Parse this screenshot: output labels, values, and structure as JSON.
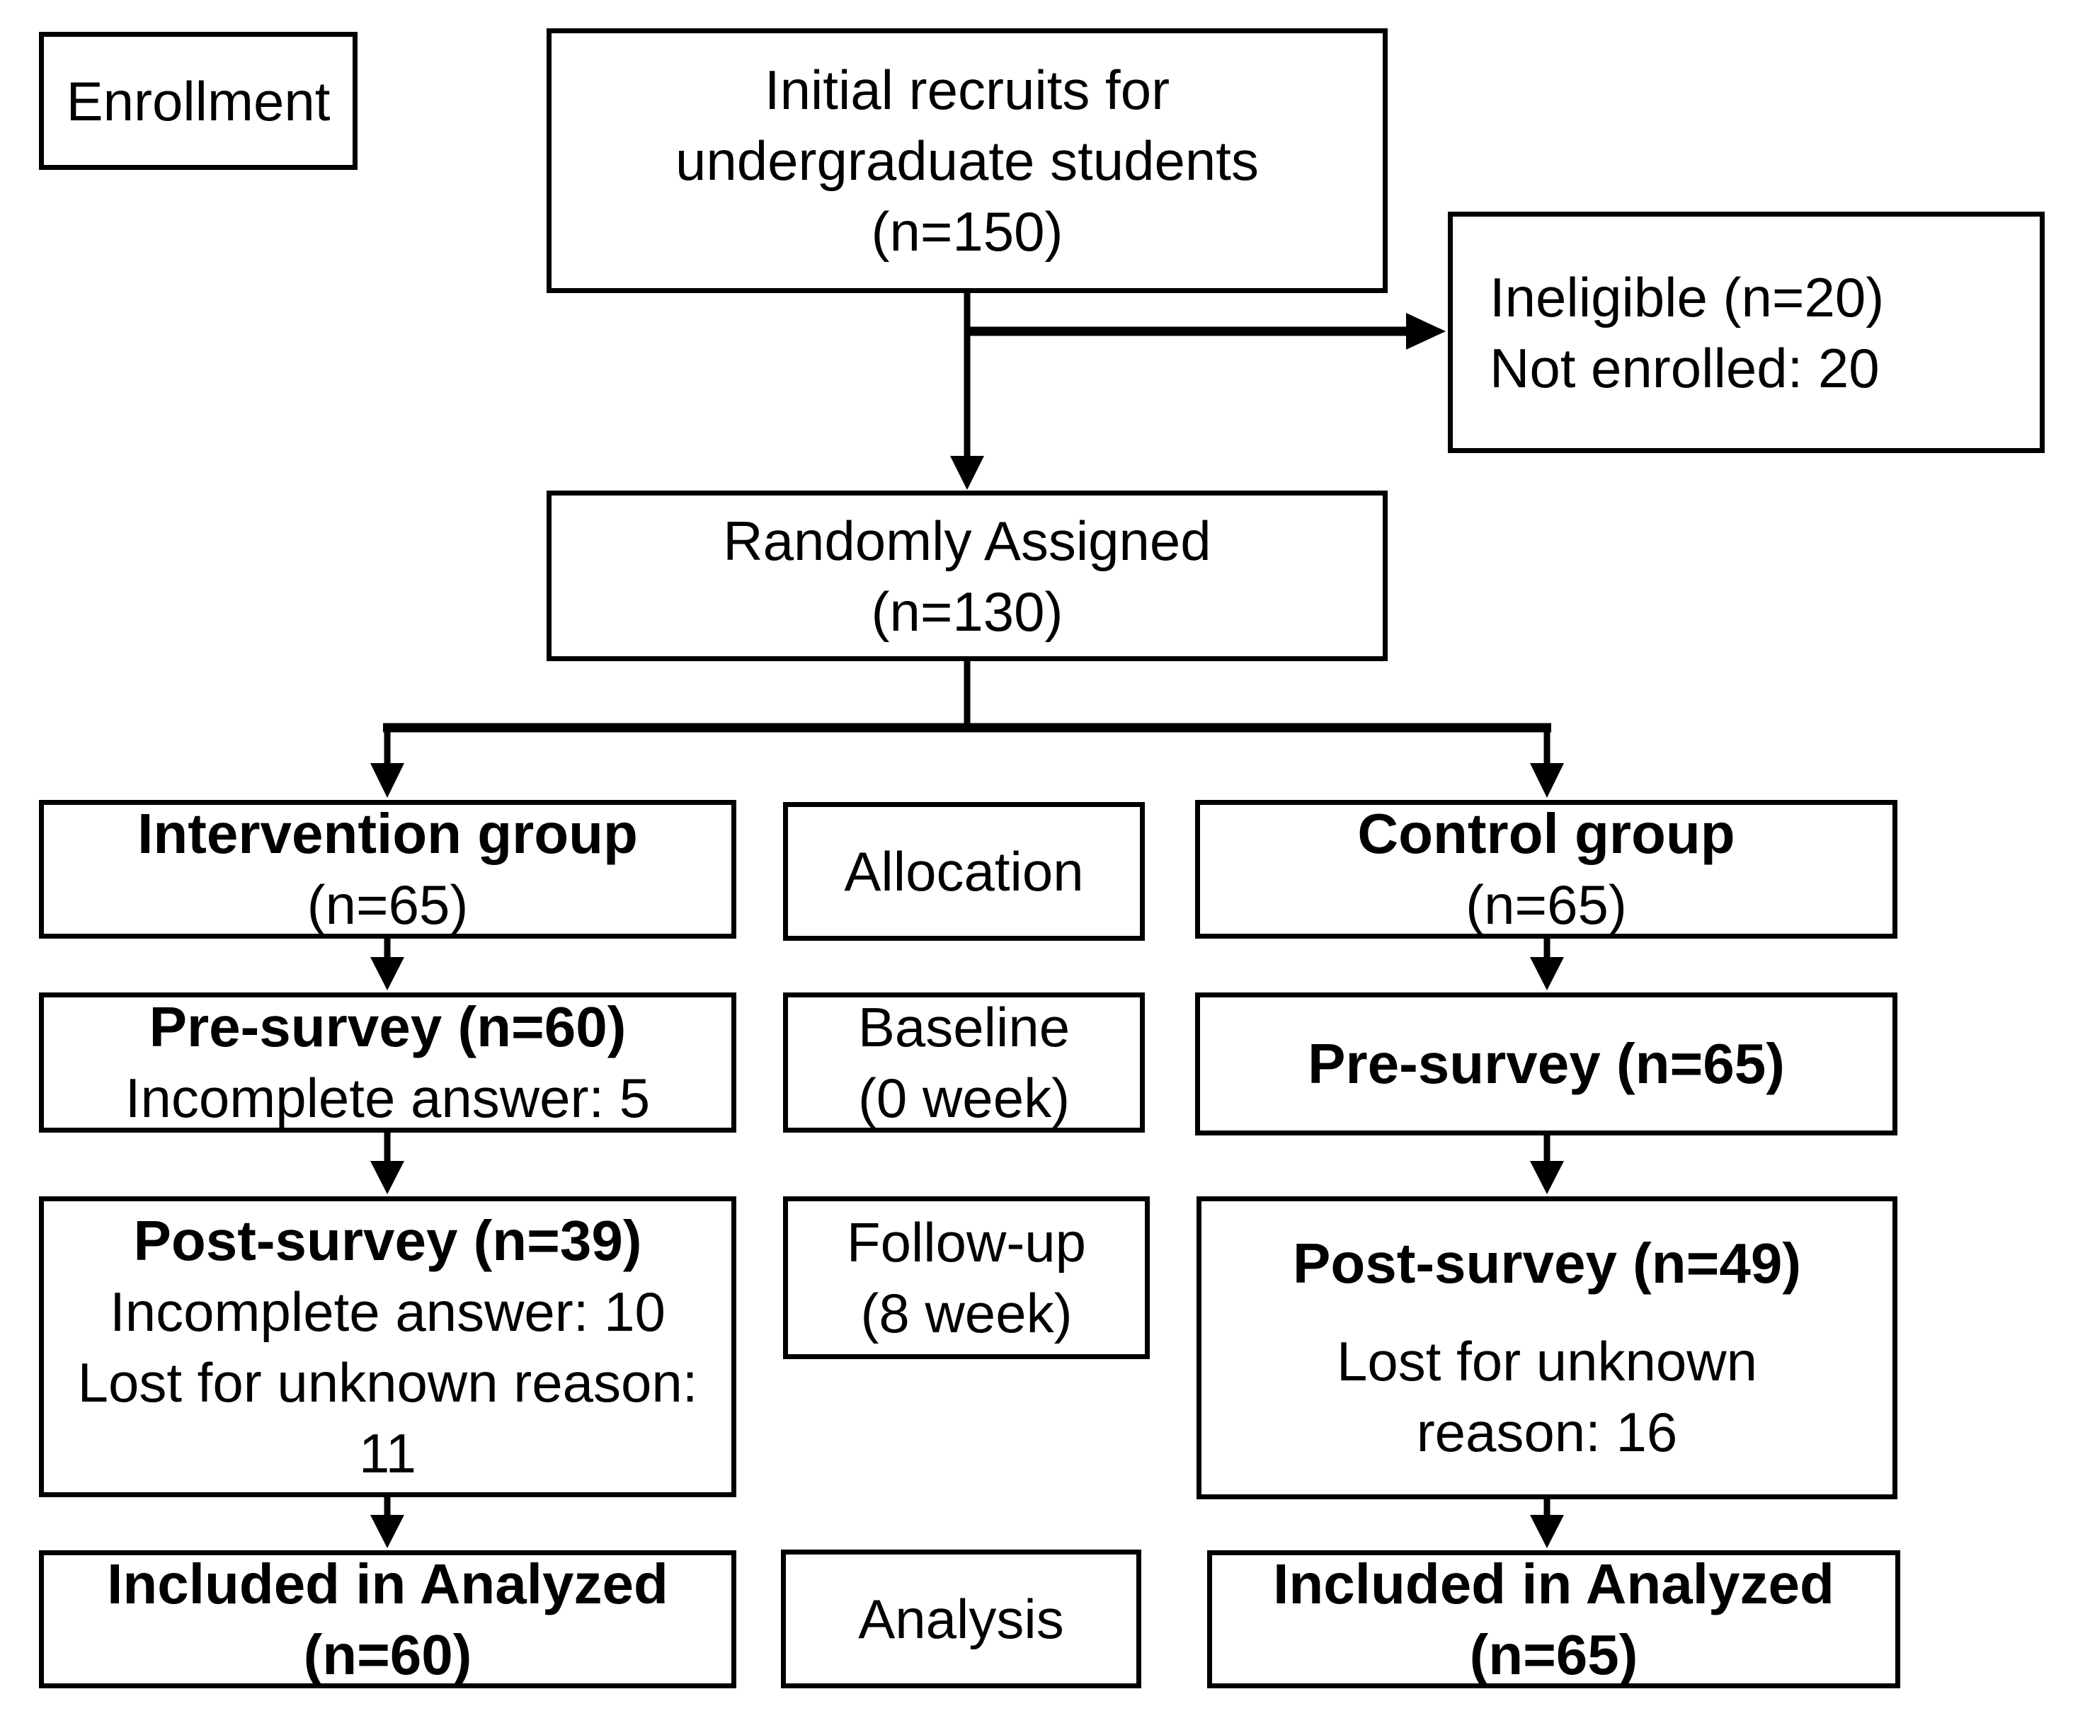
{
  "diagram": {
    "type": "consort-flow",
    "colors": {
      "ink": "#000000",
      "paper": "#ffffff"
    },
    "nodes": {
      "enrollment": {
        "lines": [
          "Enrollment"
        ]
      },
      "initial_recruits": {
        "lines": [
          "Initial recruits for",
          "undergraduate students",
          "(n=150)"
        ]
      },
      "ineligible": {
        "lines": [
          "Ineligible (n=20)",
          "Not enrolled: 20"
        ]
      },
      "randomly_assigned": {
        "lines": [
          "Randomly Assigned",
          "(n=130)"
        ]
      },
      "intervention_group": {
        "lines": [
          "Intervention group",
          "(n=65)"
        ]
      },
      "allocation": {
        "lines": [
          "Allocation"
        ]
      },
      "control_group": {
        "lines": [
          "Control group",
          "(n=65)"
        ]
      },
      "pre_survey_intervention": {
        "lines": [
          "Pre-survey (n=60)",
          "Incomplete answer: 5"
        ]
      },
      "baseline": {
        "lines": [
          "Baseline",
          "(0 week)"
        ]
      },
      "pre_survey_control": {
        "lines": [
          "Pre-survey (n=65)"
        ]
      },
      "post_survey_intervention": {
        "lines": [
          "Post-survey (n=39)",
          "Incomplete answer: 10",
          "Lost for unknown reason:",
          "11"
        ]
      },
      "follow_up": {
        "lines": [
          "Follow-up",
          "(8 week)"
        ]
      },
      "post_survey_control": {
        "lines": [
          "Post-survey (n=49)",
          "Lost for unknown",
          "reason: 16"
        ]
      },
      "included_intervention": {
        "lines": [
          "Included in Analyzed",
          "(n=60)"
        ]
      },
      "analysis": {
        "lines": [
          "Analysis"
        ]
      },
      "included_control": {
        "lines": [
          "Included in Analyzed",
          "(n=65)"
        ]
      }
    }
  }
}
